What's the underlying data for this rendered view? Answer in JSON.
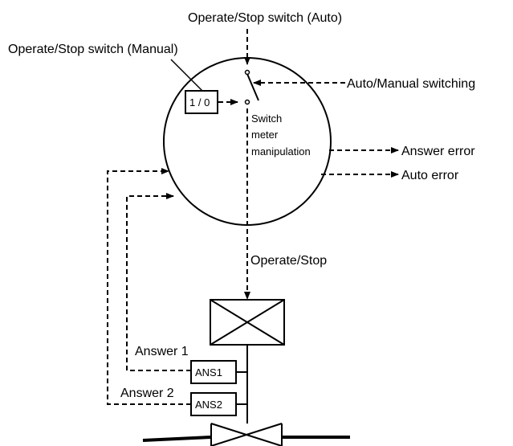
{
  "labels": {
    "auto_switch": "Operate/Stop switch (Auto)",
    "manual_switch": "Operate/Stop switch (Manual)",
    "auto_manual": "Auto/Manual switching",
    "manual_box": "1 / 0",
    "meter_line1": "Switch",
    "meter_line2": "meter",
    "meter_line3": "manipulation",
    "answer_error": "Answer error",
    "auto_error": "Auto error",
    "operate_stop": "Operate/Stop",
    "answer1": "Answer 1",
    "answer2": "Answer 2",
    "ans1_box": "ANS1",
    "ans2_box": "ANS2"
  }
}
